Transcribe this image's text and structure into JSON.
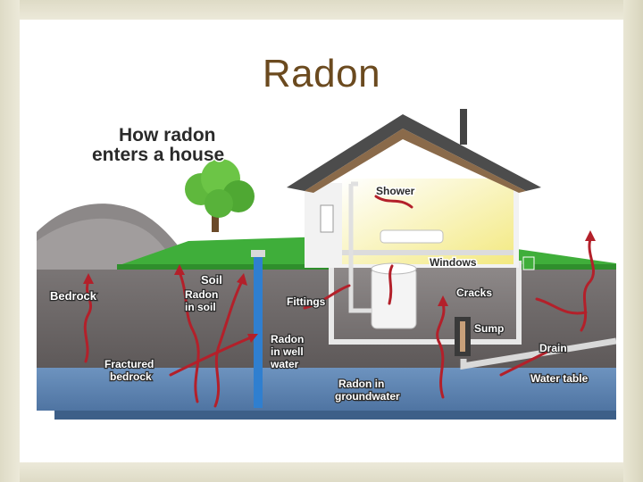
{
  "slide": {
    "title": "Radon"
  },
  "diagram": {
    "heading_line1": "How radon",
    "heading_line2": "enters a house",
    "labels": {
      "shower": "Shower",
      "windows": "Windows",
      "soil": "Soil",
      "radon_in_soil_1": "Radon",
      "radon_in_soil_2": "in soil",
      "fittings": "Fittings",
      "cracks": "Cracks",
      "bedrock": "Bedrock",
      "sump": "Sump",
      "radon_well_1": "Radon",
      "radon_well_2": "in well",
      "radon_well_3": "water",
      "drain": "Drain",
      "fractured_1": "Fractured",
      "fractured_2": "bedrock",
      "groundwater_1": "Radon in",
      "groundwater_2": "groundwater",
      "water_table": "Water table"
    },
    "colors": {
      "radon_arrow": "#b3202a",
      "grass": "#3fae3a",
      "sky": "#ffffff",
      "soil": "#6e6868",
      "groundwater": "#5f86b4",
      "roof": "#5a5a5a",
      "wall": "#f4f4f4",
      "interior": "#fbf4a6",
      "well_pipe": "#2f7fd0"
    }
  }
}
